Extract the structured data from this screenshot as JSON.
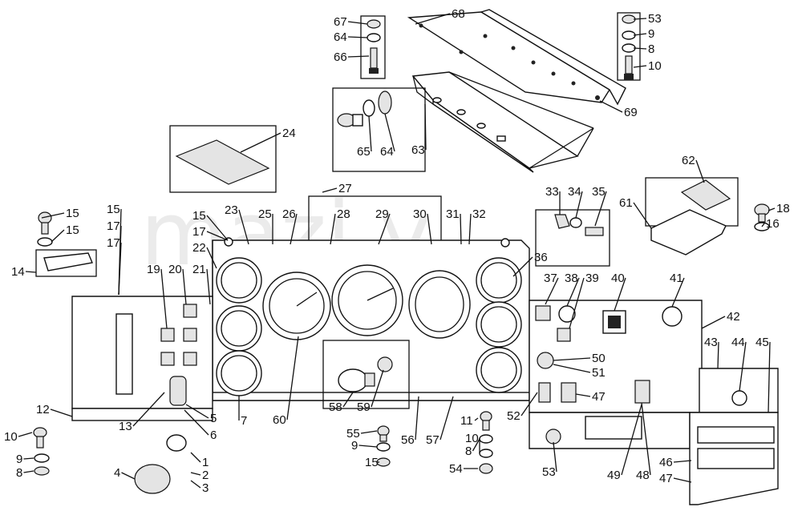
{
  "watermark": "mazi y",
  "callouts": [
    "1",
    "2",
    "3",
    "4",
    "5",
    "6",
    "7",
    "8",
    "8",
    "8",
    "9",
    "9",
    "9",
    "10",
    "10",
    "10",
    "11",
    "12",
    "13",
    "14",
    "15",
    "15",
    "15",
    "15",
    "15",
    "16",
    "17",
    "17",
    "17",
    "18",
    "19",
    "20",
    "21",
    "22",
    "23",
    "24",
    "25",
    "26",
    "27",
    "28",
    "29",
    "30",
    "31",
    "32",
    "33",
    "34",
    "35",
    "36",
    "37",
    "38",
    "39",
    "40",
    "41",
    "42",
    "43",
    "44",
    "45",
    "46",
    "47",
    "47",
    "48",
    "49",
    "50",
    "51",
    "52",
    "53",
    "53",
    "54",
    "55",
    "56",
    "57",
    "58",
    "59",
    "60",
    "61",
    "62",
    "63",
    "64",
    "64",
    "65",
    "66",
    "67",
    "68",
    "69"
  ]
}
